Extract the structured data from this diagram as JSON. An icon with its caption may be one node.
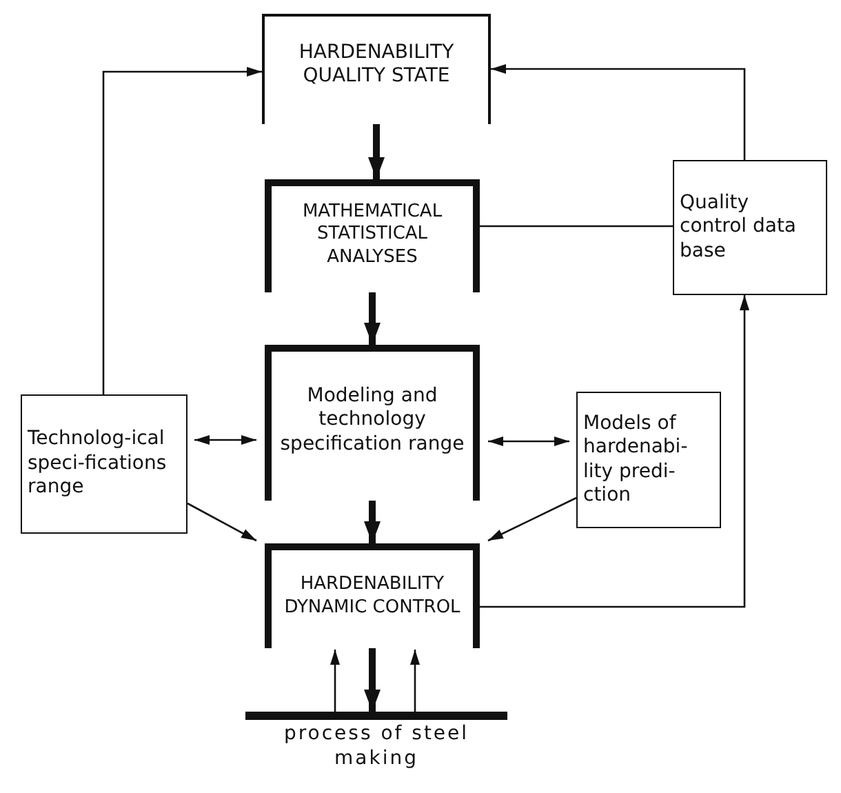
{
  "diagram": {
    "nodes": [
      {
        "text": [
          "HARDENABILITY QUALITY STATE"
        ]
      },
      {
        "text": [
          "MATHEMATICAL STATISTICAL ANALYSES"
        ]
      },
      {
        "text": [
          "Modeling and technology specification range"
        ]
      },
      {
        "text": [
          "Technolog-ical speci-fications range"
        ]
      },
      {
        "text": [
          "Models of hardenabi-lity predi-ction"
        ]
      },
      {
        "text": [
          "Quality control data base"
        ]
      },
      {
        "text": [
          "HARDENABILITY DYNAMIC CONTROL"
        ]
      },
      {
        "text": [
          "process of steel making"
        ]
      }
    ],
    "edges": [
      {
        "from": 0,
        "to": 1,
        "arrow": "to",
        "style": "thick"
      },
      {
        "from": 1,
        "to": 2,
        "arrow": "to",
        "style": "thick"
      },
      {
        "from": 2,
        "to": 6,
        "arrow": "to",
        "style": "thick"
      },
      {
        "from": 6,
        "to": 7,
        "arrow": "to",
        "style": "thick"
      },
      {
        "from": 7,
        "to": 6,
        "arrow": "to"
      },
      {
        "from": 7,
        "to": 6,
        "arrow": "to"
      },
      {
        "from": 3,
        "to": 0,
        "arrow": "to"
      },
      {
        "from": 5,
        "to": 0,
        "arrow": "to"
      },
      {
        "from": 1,
        "to": 5,
        "arrow": "none"
      },
      {
        "from": 6,
        "to": 5,
        "arrow": "to"
      },
      {
        "from": 3,
        "to": 2,
        "arrow": "both"
      },
      {
        "from": 2,
        "to": 4,
        "arrow": "both"
      },
      {
        "from": 3,
        "to": 6,
        "arrow": "to"
      },
      {
        "from": 4,
        "to": 6,
        "arrow": "to"
      }
    ]
  }
}
